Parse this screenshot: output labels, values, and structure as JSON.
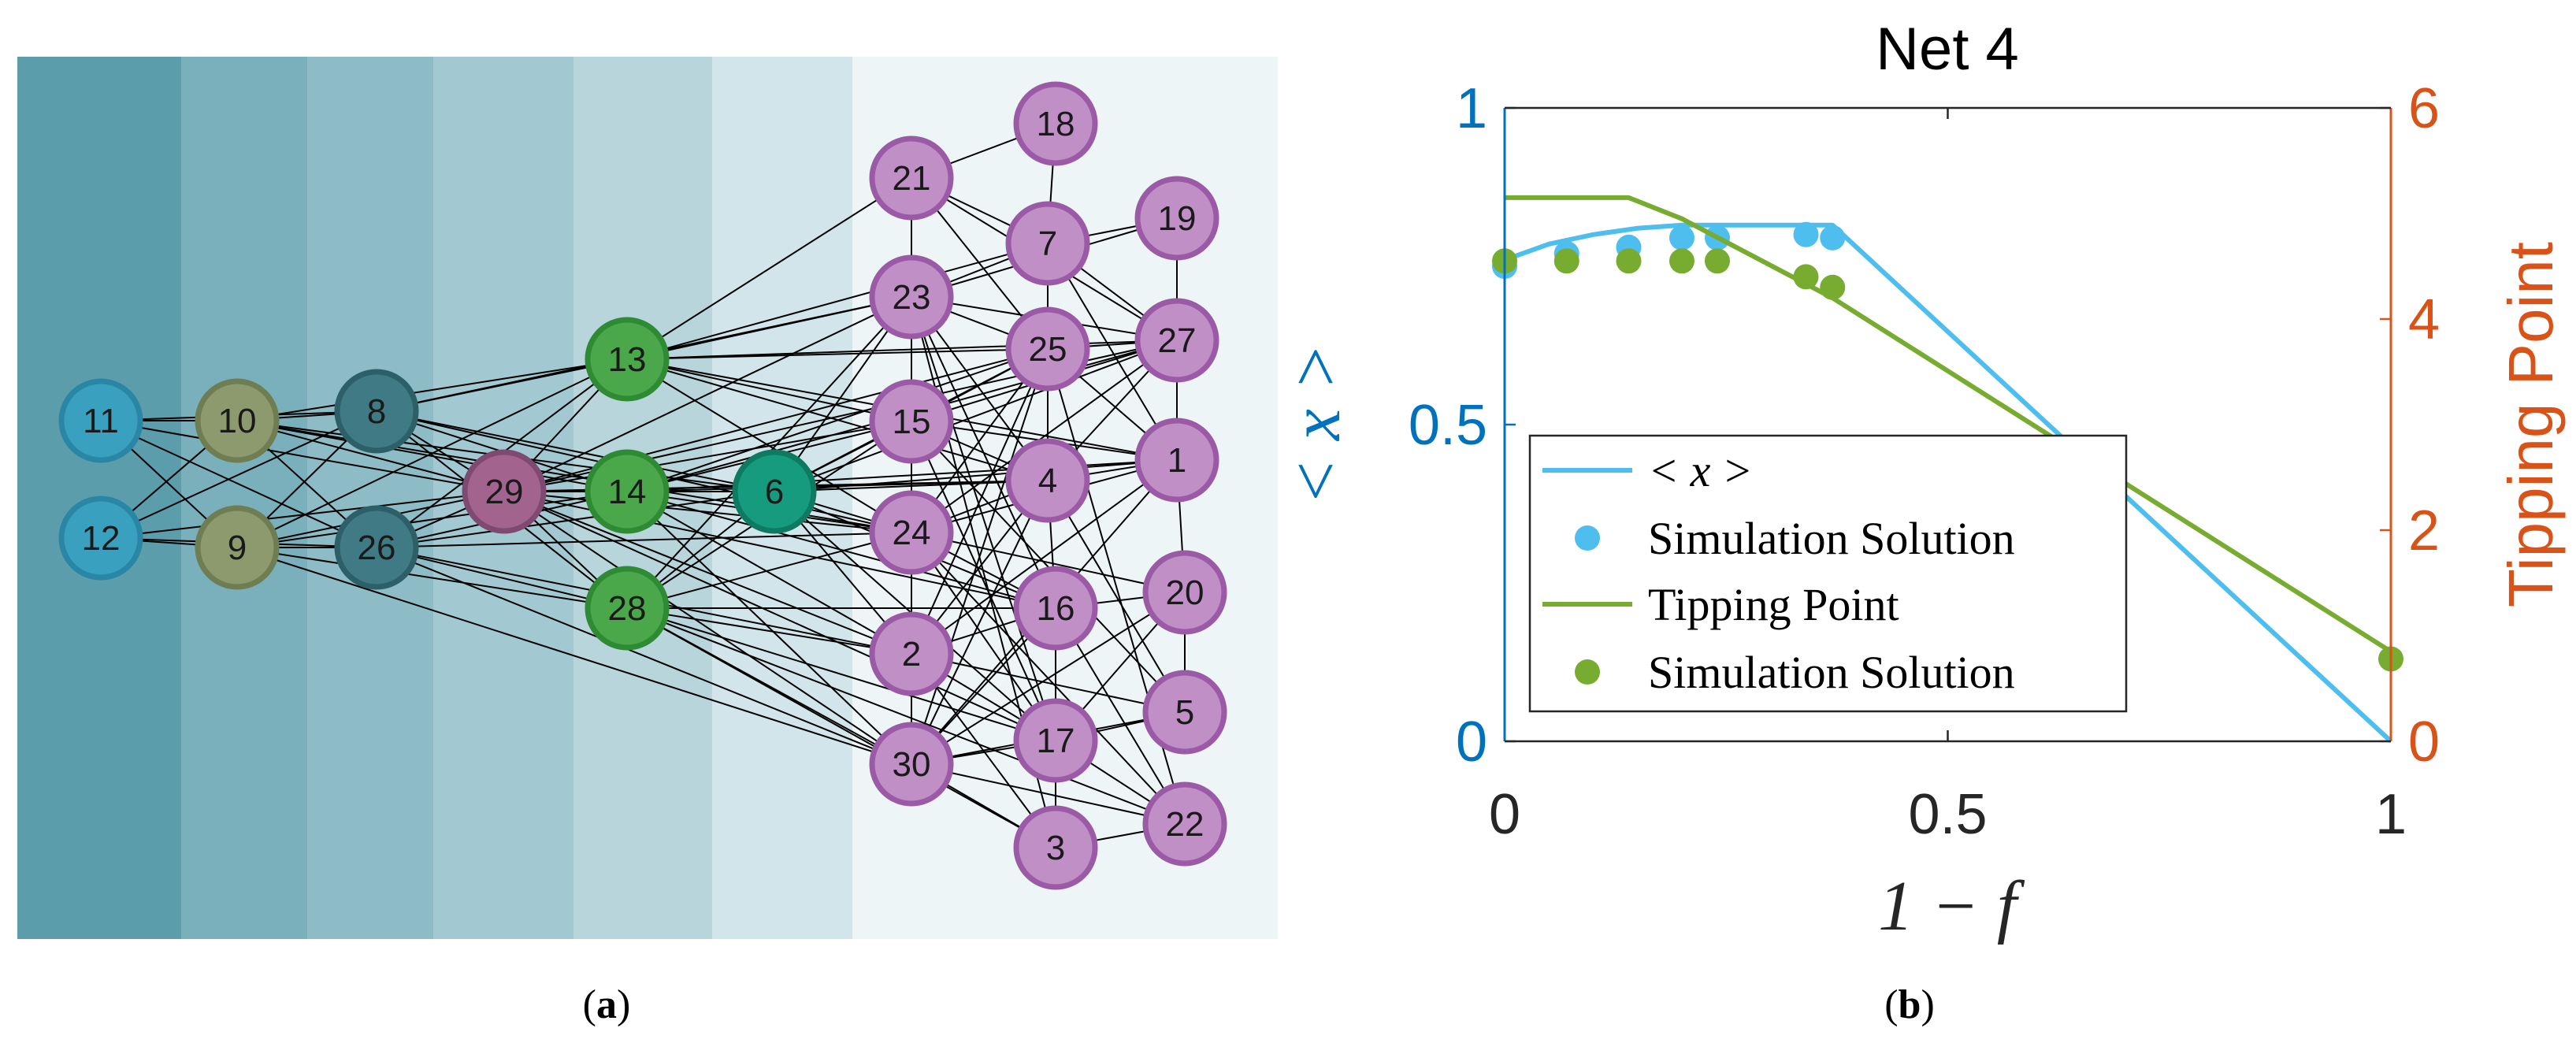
{
  "panel_a": {
    "label_prefix": "(",
    "label_letter": "a",
    "label_suffix": ")",
    "band_colors": [
      "#5b9dab",
      "#7ab0bb",
      "#8dbcc6",
      "#a2c8d1",
      "#b8d5dc",
      "#d1e5ea",
      "#eef5f7"
    ],
    "edge_color": "#000000",
    "nodes": [
      {
        "id": "1",
        "fill": "#c08fc6",
        "stroke": "#9b5aa6"
      },
      {
        "id": "2",
        "fill": "#c08fc6",
        "stroke": "#9b5aa6"
      },
      {
        "id": "3",
        "fill": "#c08fc6",
        "stroke": "#9b5aa6"
      },
      {
        "id": "4",
        "fill": "#c08fc6",
        "stroke": "#9b5aa6"
      },
      {
        "id": "5",
        "fill": "#c08fc6",
        "stroke": "#9b5aa6"
      },
      {
        "id": "6",
        "fill": "#169b7e",
        "stroke": "#0d7a61"
      },
      {
        "id": "7",
        "fill": "#c08fc6",
        "stroke": "#9b5aa6"
      },
      {
        "id": "8",
        "fill": "#3f7a85",
        "stroke": "#2d5f68"
      },
      {
        "id": "9",
        "fill": "#8d9a6e",
        "stroke": "#6e7d52"
      },
      {
        "id": "10",
        "fill": "#8d9a6e",
        "stroke": "#6e7d52"
      },
      {
        "id": "11",
        "fill": "#3aa0c0",
        "stroke": "#2a86a5"
      },
      {
        "id": "12",
        "fill": "#3aa0c0",
        "stroke": "#2a86a5"
      },
      {
        "id": "13",
        "fill": "#4aa84a",
        "stroke": "#2f8a34"
      },
      {
        "id": "14",
        "fill": "#4aa84a",
        "stroke": "#2f8a34"
      },
      {
        "id": "15",
        "fill": "#c08fc6",
        "stroke": "#9b5aa6"
      },
      {
        "id": "16",
        "fill": "#c08fc6",
        "stroke": "#9b5aa6"
      },
      {
        "id": "17",
        "fill": "#c08fc6",
        "stroke": "#9b5aa6"
      },
      {
        "id": "18",
        "fill": "#c08fc6",
        "stroke": "#9b5aa6"
      },
      {
        "id": "19",
        "fill": "#c08fc6",
        "stroke": "#9b5aa6"
      },
      {
        "id": "20",
        "fill": "#c08fc6",
        "stroke": "#9b5aa6"
      },
      {
        "id": "21",
        "fill": "#c08fc6",
        "stroke": "#9b5aa6"
      },
      {
        "id": "22",
        "fill": "#c08fc6",
        "stroke": "#9b5aa6"
      },
      {
        "id": "23",
        "fill": "#c08fc6",
        "stroke": "#9b5aa6"
      },
      {
        "id": "24",
        "fill": "#c08fc6",
        "stroke": "#9b5aa6"
      },
      {
        "id": "25",
        "fill": "#c08fc6",
        "stroke": "#9b5aa6"
      },
      {
        "id": "26",
        "fill": "#3f7a85",
        "stroke": "#2d5f68"
      },
      {
        "id": "27",
        "fill": "#c08fc6",
        "stroke": "#9b5aa6"
      },
      {
        "id": "28",
        "fill": "#4aa84a",
        "stroke": "#2f8a34"
      },
      {
        "id": "29",
        "fill": "#a2648f",
        "stroke": "#7f4a72"
      },
      {
        "id": "30",
        "fill": "#c08fc6",
        "stroke": "#9b5aa6"
      }
    ],
    "edges": [
      [
        "11",
        "10"
      ],
      [
        "11",
        "9"
      ],
      [
        "11",
        "8"
      ],
      [
        "11",
        "26"
      ],
      [
        "11",
        "29"
      ],
      [
        "12",
        "10"
      ],
      [
        "12",
        "9"
      ],
      [
        "12",
        "26"
      ],
      [
        "12",
        "8"
      ],
      [
        "12",
        "29"
      ],
      [
        "10",
        "8"
      ],
      [
        "10",
        "26"
      ],
      [
        "10",
        "29"
      ],
      [
        "10",
        "13"
      ],
      [
        "10",
        "14"
      ],
      [
        "10",
        "24"
      ],
      [
        "10",
        "6"
      ],
      [
        "9",
        "8"
      ],
      [
        "9",
        "26"
      ],
      [
        "9",
        "29"
      ],
      [
        "9",
        "13"
      ],
      [
        "9",
        "14"
      ],
      [
        "9",
        "30"
      ],
      [
        "9",
        "28"
      ],
      [
        "8",
        "29"
      ],
      [
        "8",
        "13"
      ],
      [
        "8",
        "14"
      ],
      [
        "8",
        "28"
      ],
      [
        "8",
        "6"
      ],
      [
        "8",
        "24"
      ],
      [
        "8",
        "23"
      ],
      [
        "26",
        "29"
      ],
      [
        "26",
        "13"
      ],
      [
        "26",
        "14"
      ],
      [
        "26",
        "28"
      ],
      [
        "26",
        "6"
      ],
      [
        "26",
        "30"
      ],
      [
        "26",
        "2"
      ],
      [
        "26",
        "24"
      ],
      [
        "29",
        "13"
      ],
      [
        "29",
        "14"
      ],
      [
        "29",
        "28"
      ],
      [
        "29",
        "6"
      ],
      [
        "29",
        "24"
      ],
      [
        "29",
        "15"
      ],
      [
        "29",
        "2"
      ],
      [
        "29",
        "30"
      ],
      [
        "29",
        "23"
      ],
      [
        "29",
        "4"
      ],
      [
        "29",
        "25"
      ],
      [
        "29",
        "27"
      ],
      [
        "29",
        "16"
      ],
      [
        "29",
        "17"
      ],
      [
        "13",
        "23"
      ],
      [
        "13",
        "15"
      ],
      [
        "13",
        "25"
      ],
      [
        "13",
        "27"
      ],
      [
        "13",
        "4"
      ],
      [
        "13",
        "24"
      ],
      [
        "13",
        "21"
      ],
      [
        "13",
        "7"
      ],
      [
        "13",
        "1"
      ],
      [
        "14",
        "6"
      ],
      [
        "14",
        "15"
      ],
      [
        "14",
        "24"
      ],
      [
        "14",
        "25"
      ],
      [
        "14",
        "4"
      ],
      [
        "14",
        "27"
      ],
      [
        "14",
        "2"
      ],
      [
        "14",
        "30"
      ],
      [
        "14",
        "16"
      ],
      [
        "14",
        "1"
      ],
      [
        "28",
        "24"
      ],
      [
        "28",
        "2"
      ],
      [
        "28",
        "30"
      ],
      [
        "28",
        "15"
      ],
      [
        "28",
        "17"
      ],
      [
        "28",
        "3"
      ],
      [
        "28",
        "22"
      ],
      [
        "28",
        "16"
      ],
      [
        "28",
        "6"
      ],
      [
        "28",
        "23"
      ],
      [
        "6",
        "15"
      ],
      [
        "6",
        "24"
      ],
      [
        "6",
        "4"
      ],
      [
        "6",
        "25"
      ],
      [
        "6",
        "27"
      ],
      [
        "6",
        "1"
      ],
      [
        "6",
        "23"
      ],
      [
        "6",
        "2"
      ],
      [
        "6",
        "16"
      ],
      [
        "6",
        "17"
      ],
      [
        "21",
        "18"
      ],
      [
        "21",
        "7"
      ],
      [
        "21",
        "23"
      ],
      [
        "21",
        "25"
      ],
      [
        "21",
        "27"
      ],
      [
        "23",
        "7"
      ],
      [
        "23",
        "25"
      ],
      [
        "23",
        "27"
      ],
      [
        "23",
        "4"
      ],
      [
        "23",
        "16"
      ],
      [
        "23",
        "2"
      ],
      [
        "23",
        "17"
      ],
      [
        "23",
        "3"
      ],
      [
        "23",
        "15"
      ],
      [
        "23",
        "19"
      ],
      [
        "15",
        "25"
      ],
      [
        "15",
        "27"
      ],
      [
        "15",
        "4"
      ],
      [
        "15",
        "1"
      ],
      [
        "15",
        "24"
      ],
      [
        "15",
        "17"
      ],
      [
        "15",
        "30"
      ],
      [
        "15",
        "5"
      ],
      [
        "24",
        "4"
      ],
      [
        "24",
        "25"
      ],
      [
        "24",
        "27"
      ],
      [
        "24",
        "1"
      ],
      [
        "24",
        "16"
      ],
      [
        "24",
        "17"
      ],
      [
        "24",
        "30"
      ],
      [
        "24",
        "2"
      ],
      [
        "24",
        "20"
      ],
      [
        "24",
        "22"
      ],
      [
        "2",
        "4"
      ],
      [
        "2",
        "16"
      ],
      [
        "2",
        "17"
      ],
      [
        "2",
        "30"
      ],
      [
        "2",
        "1"
      ],
      [
        "2",
        "25"
      ],
      [
        "2",
        "3"
      ],
      [
        "2",
        "5"
      ],
      [
        "30",
        "17"
      ],
      [
        "30",
        "3"
      ],
      [
        "30",
        "22"
      ],
      [
        "30",
        "16"
      ],
      [
        "30",
        "4"
      ],
      [
        "30",
        "5"
      ],
      [
        "30",
        "25"
      ],
      [
        "30",
        "1"
      ],
      [
        "30",
        "20"
      ],
      [
        "18",
        "7"
      ],
      [
        "7",
        "25"
      ],
      [
        "7",
        "27"
      ],
      [
        "7",
        "19"
      ],
      [
        "7",
        "1"
      ],
      [
        "25",
        "27"
      ],
      [
        "25",
        "4"
      ],
      [
        "25",
        "1"
      ],
      [
        "25",
        "22"
      ],
      [
        "4",
        "27"
      ],
      [
        "4",
        "1"
      ],
      [
        "4",
        "16"
      ],
      [
        "4",
        "5"
      ],
      [
        "16",
        "20"
      ],
      [
        "16",
        "17"
      ],
      [
        "16",
        "22"
      ],
      [
        "17",
        "5"
      ],
      [
        "17",
        "3"
      ],
      [
        "17",
        "22"
      ],
      [
        "17",
        "20"
      ],
      [
        "1",
        "27"
      ],
      [
        "1",
        "20"
      ],
      [
        "20",
        "5"
      ],
      [
        "3",
        "22"
      ],
      [
        "27",
        "19"
      ]
    ]
  },
  "panel_b": {
    "label_prefix": "(",
    "label_letter": "b",
    "label_suffix": ")",
    "chart_data": {
      "type": "line",
      "title": "Net 4",
      "xlabel": "1 − f",
      "ylabel_left": "< x >",
      "ylabel_right": "Tipping Point",
      "xlim": [
        0,
        1
      ],
      "ylim_left": [
        0,
        1
      ],
      "ylim_right": [
        0,
        6
      ],
      "x_ticks": [
        "0",
        "0.5",
        "1"
      ],
      "y_ticks_left": [
        "0",
        "0.5",
        "1"
      ],
      "y_ticks_right": [
        "0",
        "2",
        "4",
        "6"
      ],
      "colors": {
        "left_axis": "#0072bd",
        "right_axis": "#d95319",
        "x_series": "#4dbeee",
        "tp_series": "#77ac30"
      },
      "legend_position": "lower-left",
      "legend": [
        "< x >",
        "Simulation Solution",
        "Tipping Point",
        "Simulation Solution"
      ],
      "series": [
        {
          "name": "< x >",
          "kind": "line",
          "axis": "left",
          "x": [
            0,
            0.05,
            0.1,
            0.15,
            0.2,
            0.25,
            0.3,
            0.37,
            1.0
          ],
          "y": [
            0.76,
            0.785,
            0.8,
            0.81,
            0.815,
            0.815,
            0.815,
            0.815,
            0.0
          ]
        },
        {
          "name": "Simulation Solution",
          "kind": "scatter",
          "axis": "left",
          "x": [
            0,
            0.07,
            0.14,
            0.2,
            0.24,
            0.34,
            0.37
          ],
          "y": [
            0.75,
            0.77,
            0.78,
            0.795,
            0.795,
            0.8,
            0.795
          ]
        },
        {
          "name": "Tipping Point",
          "kind": "line",
          "axis": "right",
          "x": [
            0,
            0.14,
            0.2,
            0.37,
            1.0
          ],
          "y": [
            5.15,
            5.15,
            4.95,
            4.2,
            0.85
          ]
        },
        {
          "name": "Simulation Solution",
          "kind": "scatter",
          "axis": "right",
          "x": [
            0,
            0.07,
            0.14,
            0.2,
            0.24,
            0.34,
            0.37,
            1.0
          ],
          "y": [
            4.55,
            4.55,
            4.55,
            4.55,
            4.55,
            4.4,
            4.3,
            0.78
          ]
        }
      ]
    }
  }
}
